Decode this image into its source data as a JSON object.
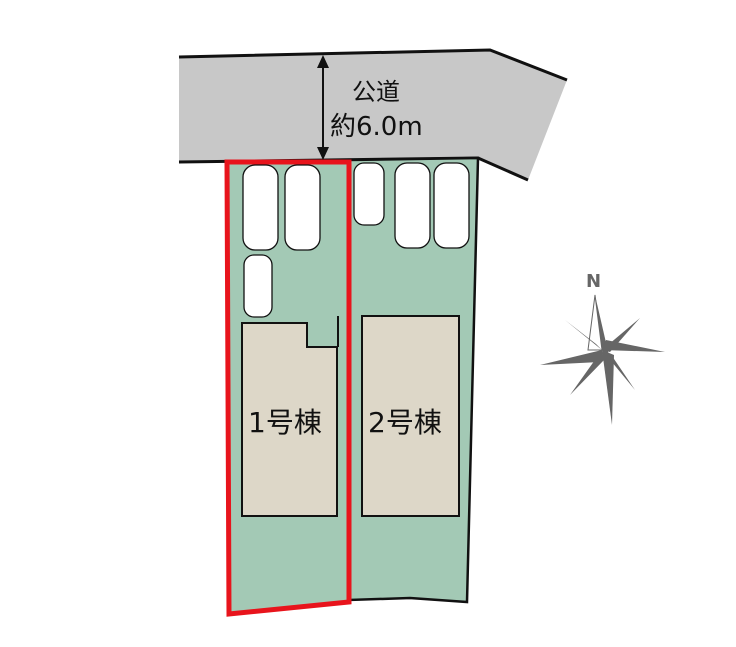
{
  "road": {
    "name": "公道",
    "width": "約6.0m",
    "color": "#c8c8c8"
  },
  "lots": [
    {
      "label": "1号棟",
      "highlighted": true,
      "parking": 3
    },
    {
      "label": "2号棟",
      "highlighted": false,
      "parking": 3
    }
  ],
  "compass": {
    "north_label": "N"
  },
  "colors": {
    "lot": "#a3c9b5",
    "building": "#ddd7c8",
    "highlight": "#e8141c",
    "compass": "#666666"
  }
}
